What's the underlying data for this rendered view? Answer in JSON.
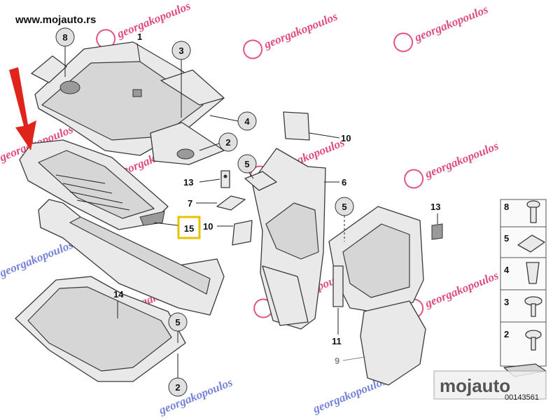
{
  "site": {
    "url": "www.mojauto.rs"
  },
  "logo": {
    "text": "mojauto"
  },
  "watermark": {
    "text": "georgakopoulos"
  },
  "figure_number": "00143561",
  "callouts": {
    "c8": "8",
    "c1": "1",
    "c3": "3",
    "c4": "4",
    "c2a": "2",
    "c5a": "5",
    "c13a": "13",
    "c7": "7",
    "c15": "15",
    "c10a": "10",
    "c10b": "10",
    "c6": "6",
    "c5b": "5",
    "c13b": "13",
    "c14": "14",
    "c5c": "5",
    "c2b": "2",
    "c11": "11",
    "c9": "9"
  },
  "legend": [
    "8",
    "5",
    "4",
    "3",
    "2"
  ],
  "colors": {
    "highlight": "#e8c200",
    "arrow": "#e0241b"
  }
}
